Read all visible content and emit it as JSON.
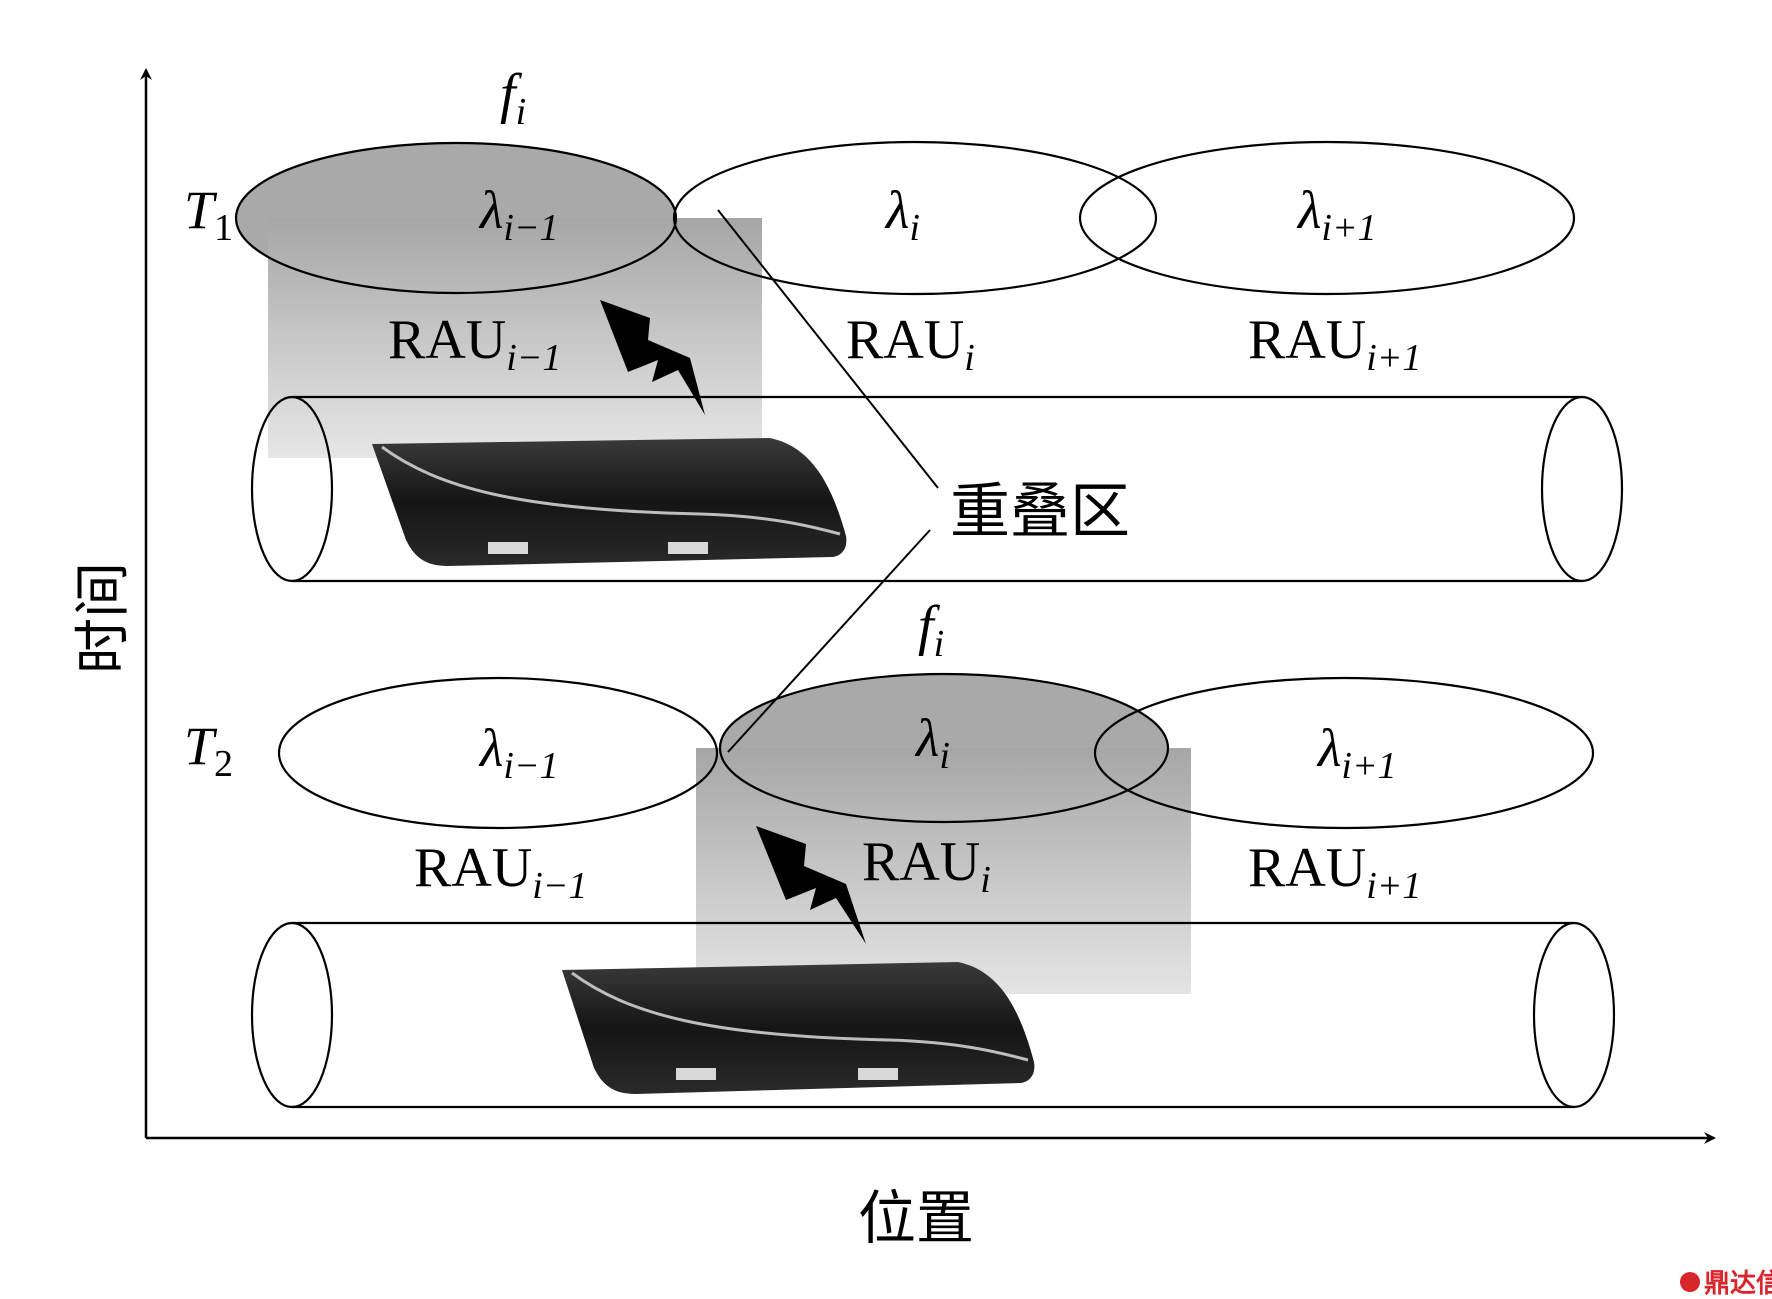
{
  "axes": {
    "y_label": "时间",
    "x_label": "位置"
  },
  "overlap_label": "重叠区",
  "frames": [
    {
      "time": {
        "main": "T",
        "sub": "1"
      },
      "frequency": {
        "main": "f",
        "sub": "i"
      },
      "cells": [
        {
          "lambda_sub": "i−1",
          "rau_sub": "i−1",
          "active": true
        },
        {
          "lambda_sub": "i",
          "rau_sub": "i",
          "active": false
        },
        {
          "lambda_sub": "i+1",
          "rau_sub": "i+1",
          "active": false
        }
      ]
    },
    {
      "time": {
        "main": "T",
        "sub": "2"
      },
      "frequency": {
        "main": "f",
        "sub": "i"
      },
      "cells": [
        {
          "lambda_sub": "i−1",
          "rau_sub": "i−1",
          "active": false
        },
        {
          "lambda_sub": "i",
          "rau_sub": "i",
          "active": true
        },
        {
          "lambda_sub": "i+1",
          "rau_sub": "i+1",
          "active": false
        }
      ]
    }
  ],
  "symbols": {
    "lambda": "λ",
    "rau": "RAU"
  },
  "watermark": "鼎达信",
  "colors": {
    "line": "#000000",
    "highlight_dark": "#a9a9a9",
    "highlight_light": "#dcdcdc",
    "train_body": "#1f1f1f",
    "watermark": "#d9262c"
  },
  "icons": [
    "lightning-bolt-icon",
    "train-icon",
    "watermark-logo-icon"
  ]
}
